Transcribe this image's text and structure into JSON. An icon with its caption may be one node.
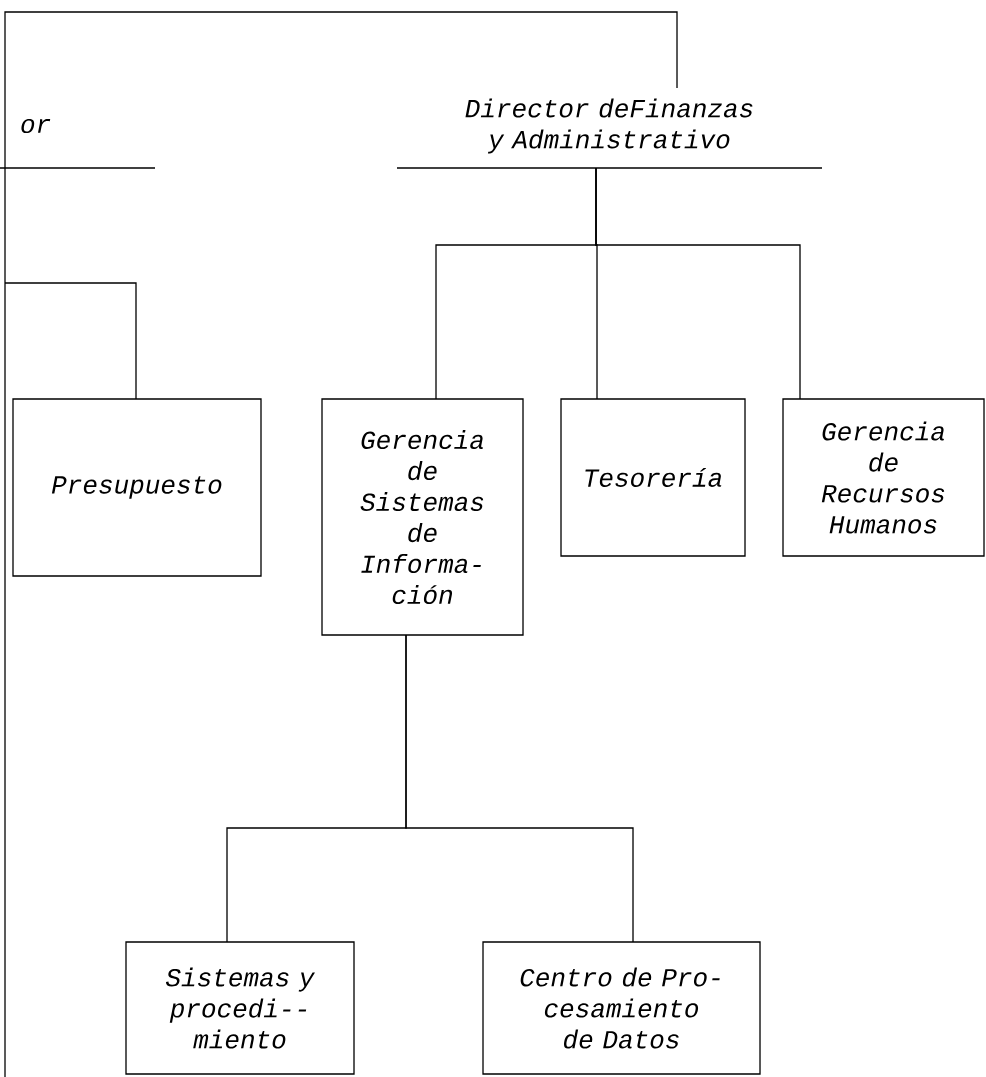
{
  "diagram": {
    "nodes": [
      {
        "text": [
          "or"
        ]
      },
      {
        "text": [
          "Director deFinanzas y Administrativo"
        ]
      },
      {
        "text": [
          "Presupuesto"
        ]
      },
      {
        "text": [
          "Gerencia de Sistemas de Informa- ción"
        ]
      },
      {
        "text": [
          "Tesorería"
        ]
      },
      {
        "text": [
          "Gerencia de Recursos Humanos"
        ]
      },
      {
        "text": [
          "Sistemas y procedi-- miento"
        ]
      },
      {
        "text": [
          "Centro de Pro- cesamiento de Datos"
        ]
      }
    ],
    "edges": [
      {
        "from": null,
        "to": 1,
        "arrow": "none"
      },
      {
        "from": null,
        "to": 2,
        "arrow": "none"
      },
      {
        "from": 1,
        "to": 3,
        "arrow": "none"
      },
      {
        "from": 1,
        "to": 4,
        "arrow": "none"
      },
      {
        "from": 1,
        "to": 5,
        "arrow": "none"
      },
      {
        "from": 3,
        "to": 6,
        "arrow": "none"
      },
      {
        "from": 3,
        "to": 7,
        "arrow": "none"
      }
    ]
  }
}
